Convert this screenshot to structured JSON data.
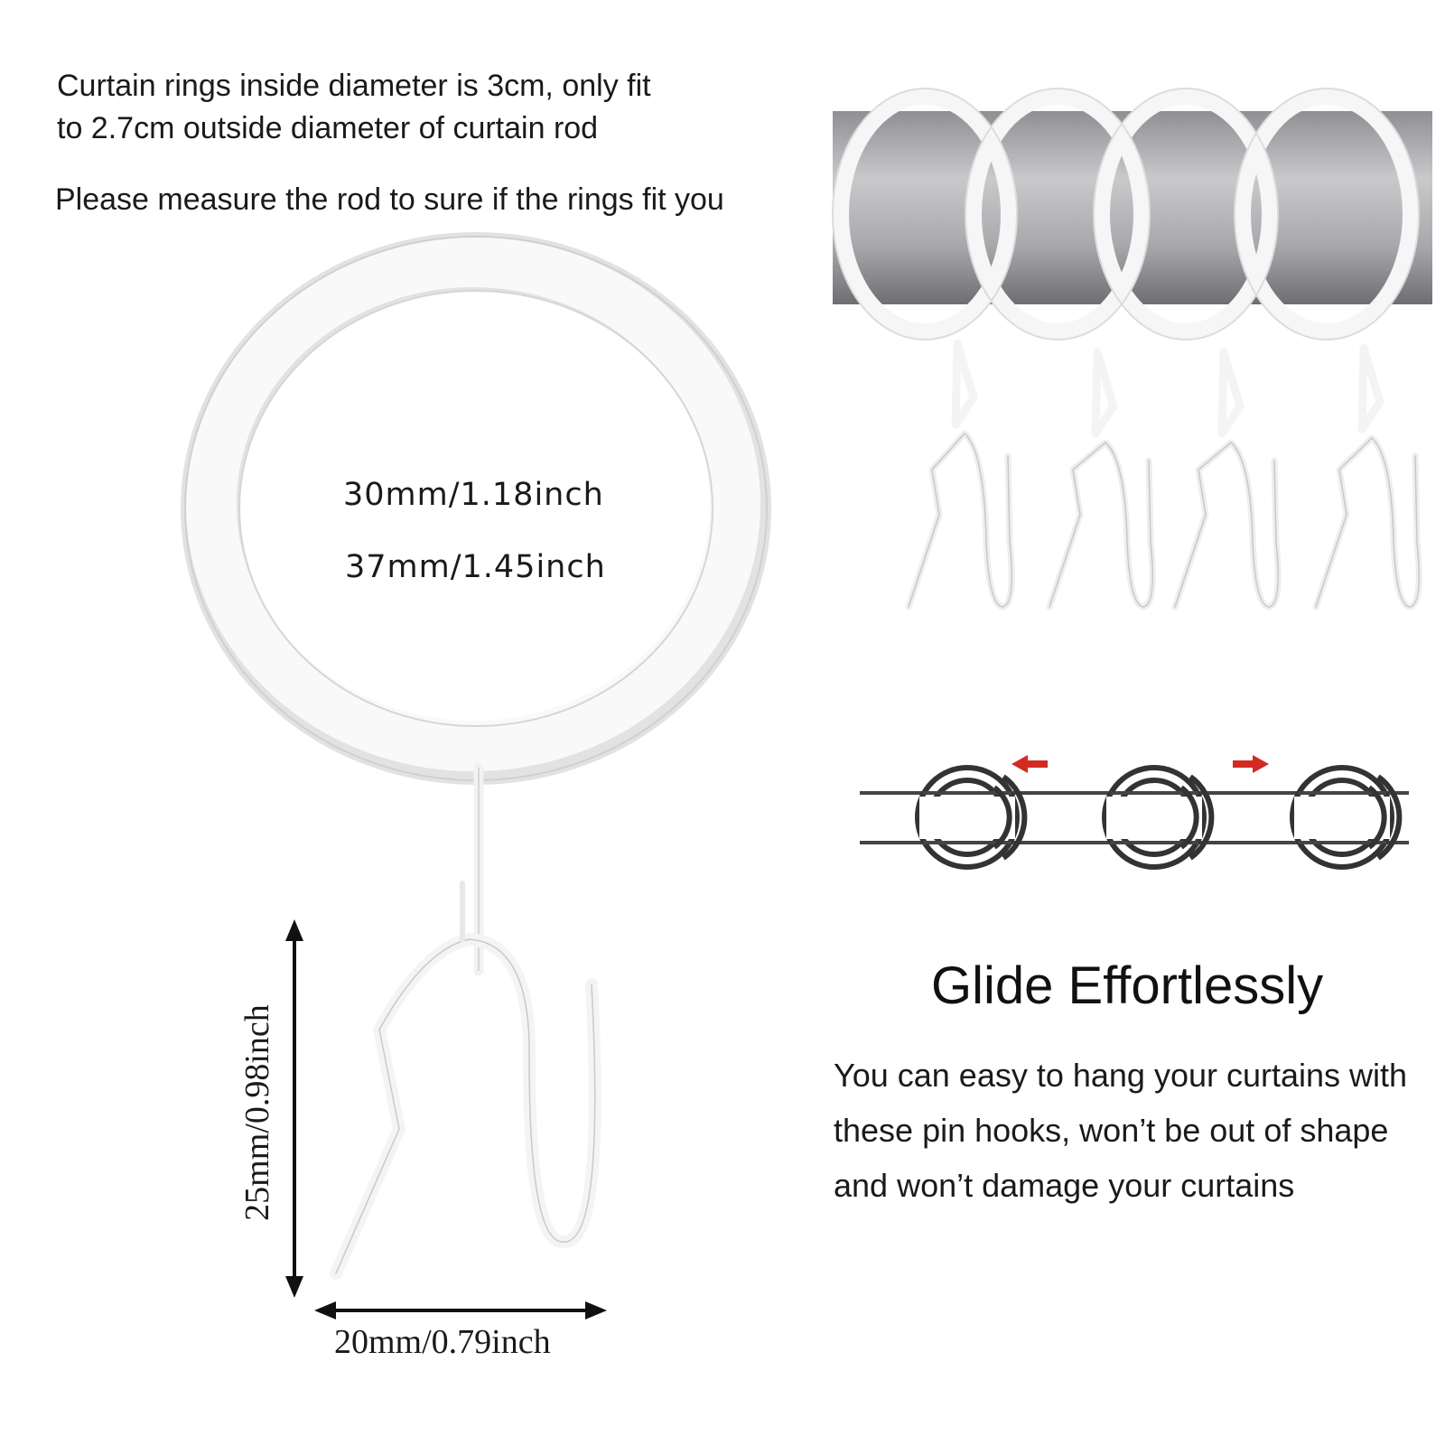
{
  "notes": {
    "fit_line_1": "Curtain rings inside diameter is 3cm, only fit",
    "fit_line_2": "to 2.7cm outside diameter of curtain rod",
    "measure": "Please measure the rod to sure if the rings fit you"
  },
  "ring": {
    "inner_diameter": "30mm/1.18inch",
    "outer_diameter": "37mm/1.45inch"
  },
  "hook": {
    "height": "25mm/0.98inch",
    "width": "20mm/0.79inch"
  },
  "feature": {
    "headline": "Glide Effortlessly",
    "body": "You can easy to hang your curtains with these pin hooks, won’t be out of shape and won’t damage your curtains"
  },
  "colors": {
    "background": "#ffffff",
    "rod": "#b9b9bd",
    "ring": "#f7f7f7",
    "arrow_red": "#d42a22",
    "diagram_line": "#444444"
  },
  "icons": {
    "rod_photo": "curtain-rod-with-rings",
    "ring_photo": "white-metal-ring",
    "hook_photo": "pin-hook",
    "glide_diagram": "rings-on-rod-diagram"
  }
}
